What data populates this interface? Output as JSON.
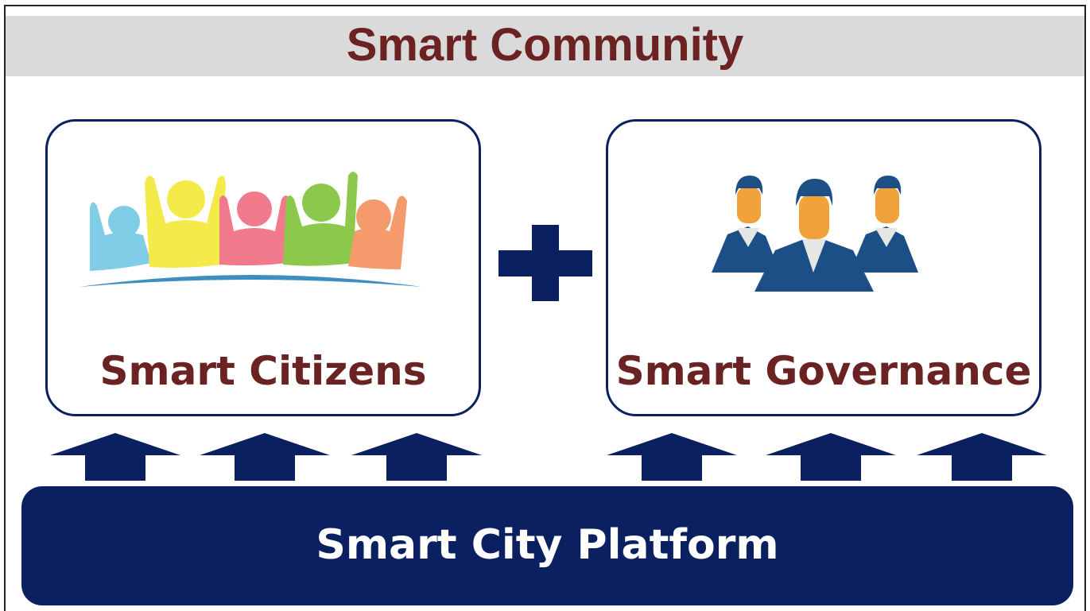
{
  "title": "Smart Community",
  "left_panel": {
    "label": "Smart Citizens",
    "icon": "people-cheering-icon"
  },
  "right_panel": {
    "label": "Smart Governance",
    "icon": "business-people-icon"
  },
  "plus_icon": "plus-icon",
  "arrow_icon": "up-arrow-icon",
  "platform": {
    "label": "Smart City Platform"
  },
  "colors": {
    "title_text": "#6b2222",
    "title_bar": "#dadada",
    "navy": "#0a2060",
    "label_text": "#6b2222",
    "platform_text": "#ffffff",
    "people": [
      "#7fcde6",
      "#f4ea4a",
      "#f07a8c",
      "#8cc84b",
      "#f49a6c"
    ],
    "skin": "#f2a23a",
    "suit": "#1c4f86",
    "shirt": "#e6e6e6"
  }
}
